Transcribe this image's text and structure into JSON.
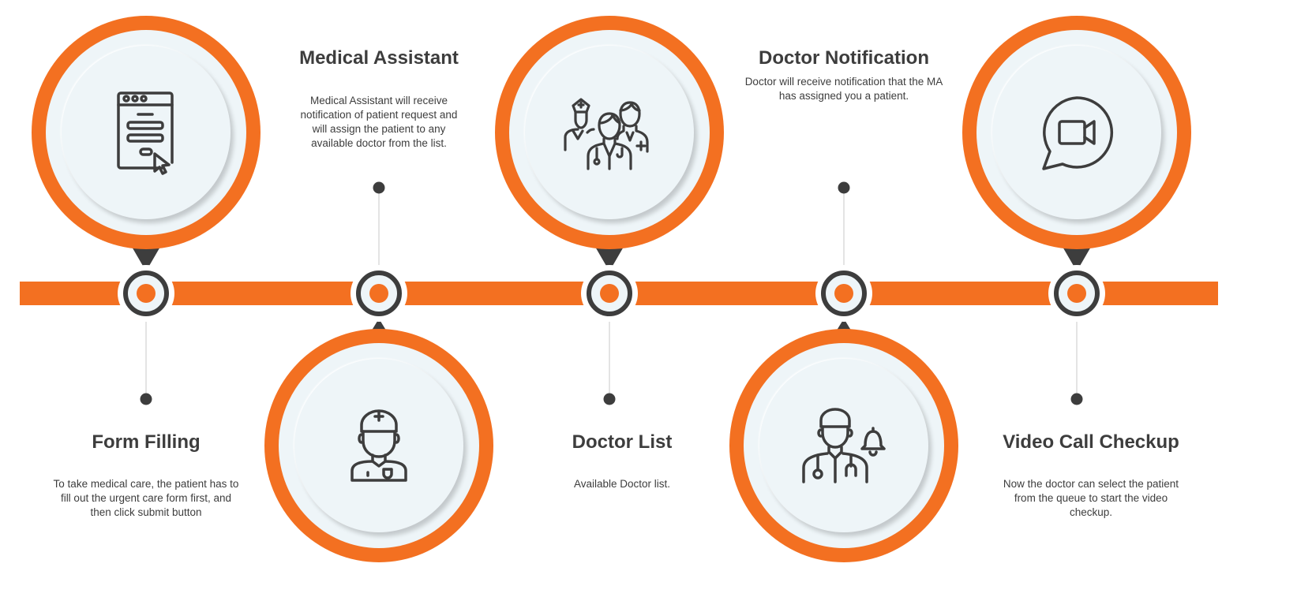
{
  "colors": {
    "accent": "#f37021",
    "dark": "#3d3d3d",
    "disc": "#eef5f8"
  },
  "steps": [
    {
      "title": "Form Filling",
      "description": "To take medical care, the patient has to fill out the urgent care form first, and then click submit button",
      "icon": "web-form-icon"
    },
    {
      "title": "Medical Assistant",
      "description": "Medical Assistant will receive notification of patient request and will assign the patient to any available doctor from the list.",
      "icon": "medical-assistant-icon"
    },
    {
      "title": "Doctor List",
      "description": "Available Doctor list.",
      "icon": "medical-team-icon"
    },
    {
      "title": "Doctor Notification",
      "description": "Doctor will receive notification that the MA has assigned you a patient.",
      "icon": "doctor-bell-icon"
    },
    {
      "title": "Video Call Checkup",
      "description": "Now the doctor can select the patient from the queue to start the video checkup.",
      "icon": "video-chat-icon"
    }
  ]
}
